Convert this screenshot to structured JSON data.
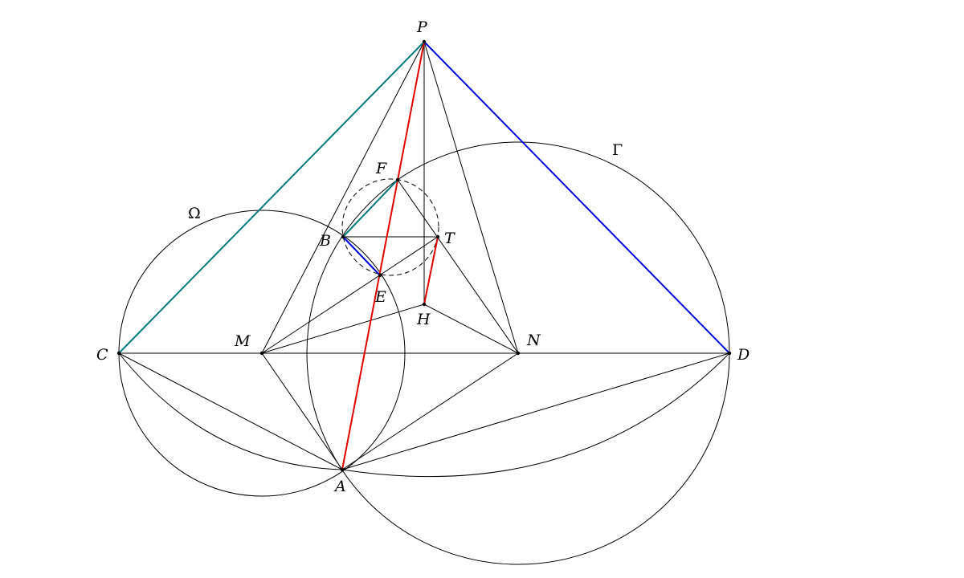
{
  "diagram": {
    "points": {
      "P": "P",
      "F": "F",
      "B": "B",
      "T": "T",
      "E": "E",
      "H": "H",
      "C": "C",
      "M": "M",
      "N": "N",
      "D": "D",
      "A": "A"
    },
    "circles": {
      "omega": "Ω",
      "gamma": "Γ"
    },
    "colors": {
      "black": "#000000",
      "red": "#e00000",
      "teal": "#007a7a",
      "blue": "#0000e0"
    }
  }
}
